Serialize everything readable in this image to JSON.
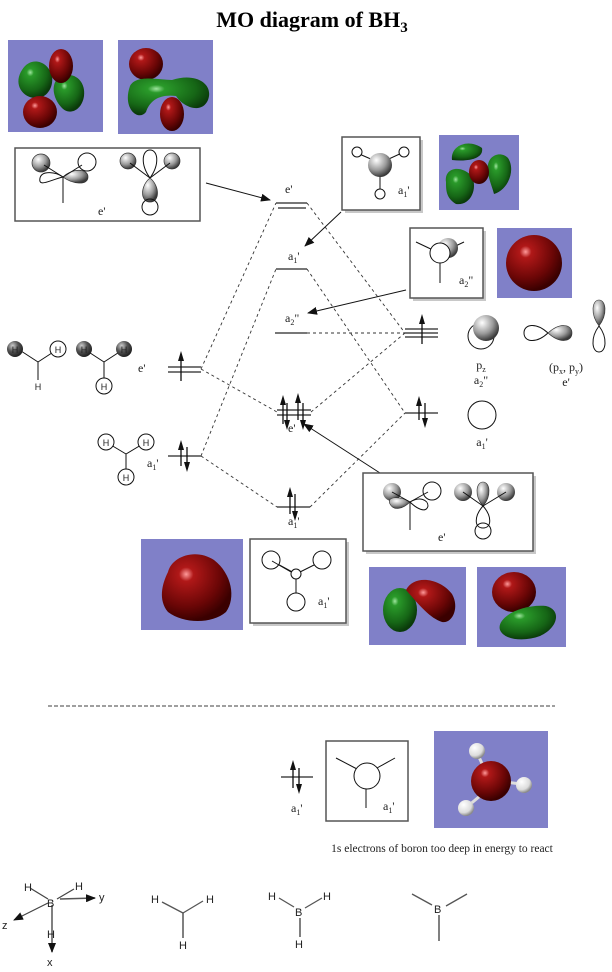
{
  "title": {
    "main": "MO diagram of BH",
    "subscript": "3"
  },
  "colors": {
    "panel_bg": "#8080c8",
    "lobe_red": "#7a0a0a",
    "lobe_green": "#1f7a1f",
    "level_line": "#777777"
  },
  "mo_levels": {
    "top_e": {
      "label": "e'",
      "electrons": 0
    },
    "antibonding_a1": {
      "label": "a",
      "sub": "1",
      "prime": "'",
      "electrons": 0
    },
    "nonbonding_a2": {
      "label": "a",
      "sub": "2",
      "prime": "\"",
      "electrons": 0
    },
    "bonding_e": {
      "label": "e'",
      "electrons": 4
    },
    "bonding_a1": {
      "label": "a",
      "sub": "1",
      "prime": "'",
      "electrons": 2
    }
  },
  "left_fragment": {
    "e_level": {
      "label": "e'",
      "electrons": 1
    },
    "a1_level": {
      "label": "a",
      "sub": "1",
      "prime": "'",
      "electrons": 2
    },
    "atom_label": "H"
  },
  "right_fragment": {
    "p_level": {
      "electrons": 1
    },
    "s_level": {
      "electrons": 2
    },
    "pz_label": {
      "p": "p",
      "sub": "z"
    },
    "pz_sym": {
      "label": "a",
      "sub": "2",
      "prime": "\""
    },
    "pxy_label": "(p",
    "pxy_x": "x",
    "pxy_mid": ", p",
    "pxy_y": "y",
    "pxy_close": ")",
    "pxy_sym": "e'",
    "s_sym": {
      "label": "a",
      "sub": "1",
      "prime": "'"
    }
  },
  "boxes": {
    "top_e_box_label": "e'",
    "a1_box_label": {
      "label": "a",
      "sub": "1",
      "prime": "'"
    },
    "a2_box_label": {
      "label": "a",
      "sub": "2",
      "prime": "\""
    },
    "bonding_e_box_label": "e'",
    "bonding_a1_box_label": {
      "label": "a",
      "sub": "1",
      "prime": "'"
    }
  },
  "core": {
    "level_label": {
      "label": "a",
      "sub": "1",
      "prime": "'"
    },
    "box_label": {
      "label": "a",
      "sub": "1",
      "prime": "'"
    },
    "electrons": 2,
    "caption": "1s electrons of boron too deep in energy to react"
  },
  "axes": {
    "x": "x",
    "y": "y",
    "z": "z",
    "B": "B",
    "H": "H"
  }
}
